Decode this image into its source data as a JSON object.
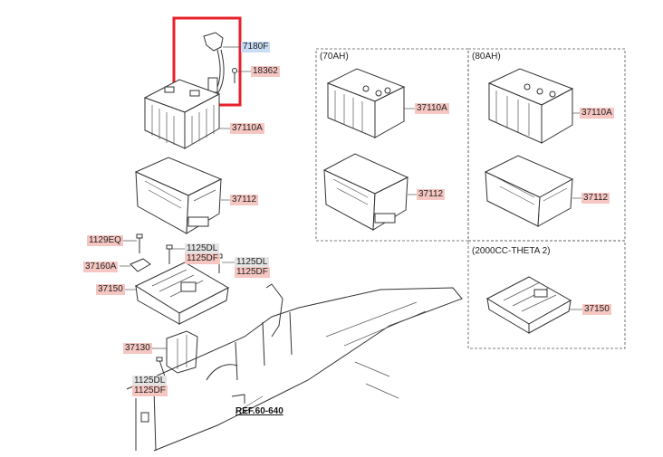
{
  "highlight_color": "#e8202a",
  "callouts": {
    "cable_part": "7180F",
    "bolt_top": "18362",
    "battery_main": "37110A",
    "tray_main": "37112",
    "bolt_1129": "1129EQ",
    "bolt_1125dl_a": "1125DL",
    "bolt_1125df_a": "1125DF",
    "bolt_1125dl_b": "1125DL",
    "bolt_1125df_b": "1125DF",
    "clamp": "37160A",
    "bracket_main": "37150",
    "support": "37130",
    "bolt_1125dl_c": "1125DL",
    "bolt_1125df_c": "1125DF",
    "ref": "REF.60-640"
  },
  "panels": {
    "p70": {
      "title": "(70AH)",
      "battery": "37110A",
      "tray": "37112"
    },
    "p80": {
      "title": "(80AH)",
      "battery": "37110A",
      "tray": "37112"
    },
    "theta": {
      "title": "(2000CC-THETA 2)",
      "bracket": "37150"
    }
  }
}
